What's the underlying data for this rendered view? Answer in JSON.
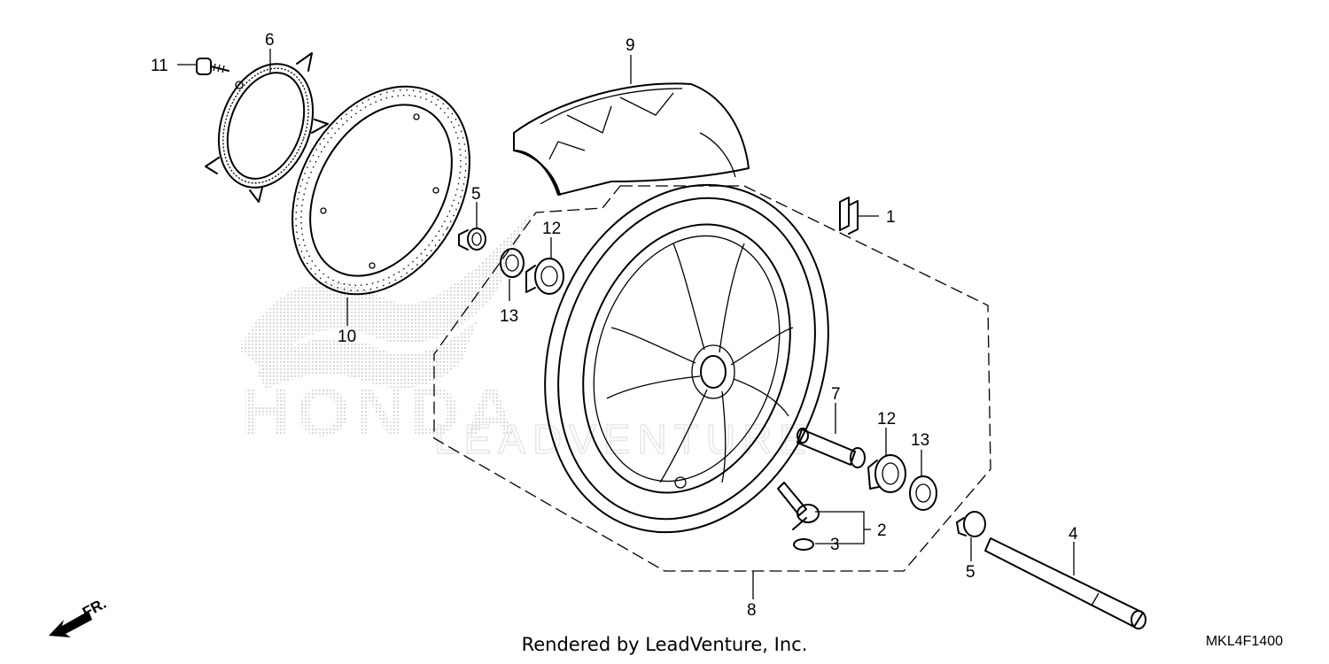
{
  "diagram": {
    "callouts": {
      "c1": "1",
      "c2": "2",
      "c3": "3",
      "c4": "4",
      "c5a": "5",
      "c5b": "5",
      "c6": "6",
      "c7": "7",
      "c8": "8",
      "c9": "9",
      "c10": "10",
      "c11": "11",
      "c12a": "12",
      "c12b": "12",
      "c13a": "13",
      "c13b": "13"
    },
    "front_indicator": "FR.",
    "watermark": "HONDA",
    "watermark_sub": "LEADVENTURE",
    "footer": "Rendered by LeadVenture, Inc.",
    "diagram_code": "MKL4F1400"
  }
}
